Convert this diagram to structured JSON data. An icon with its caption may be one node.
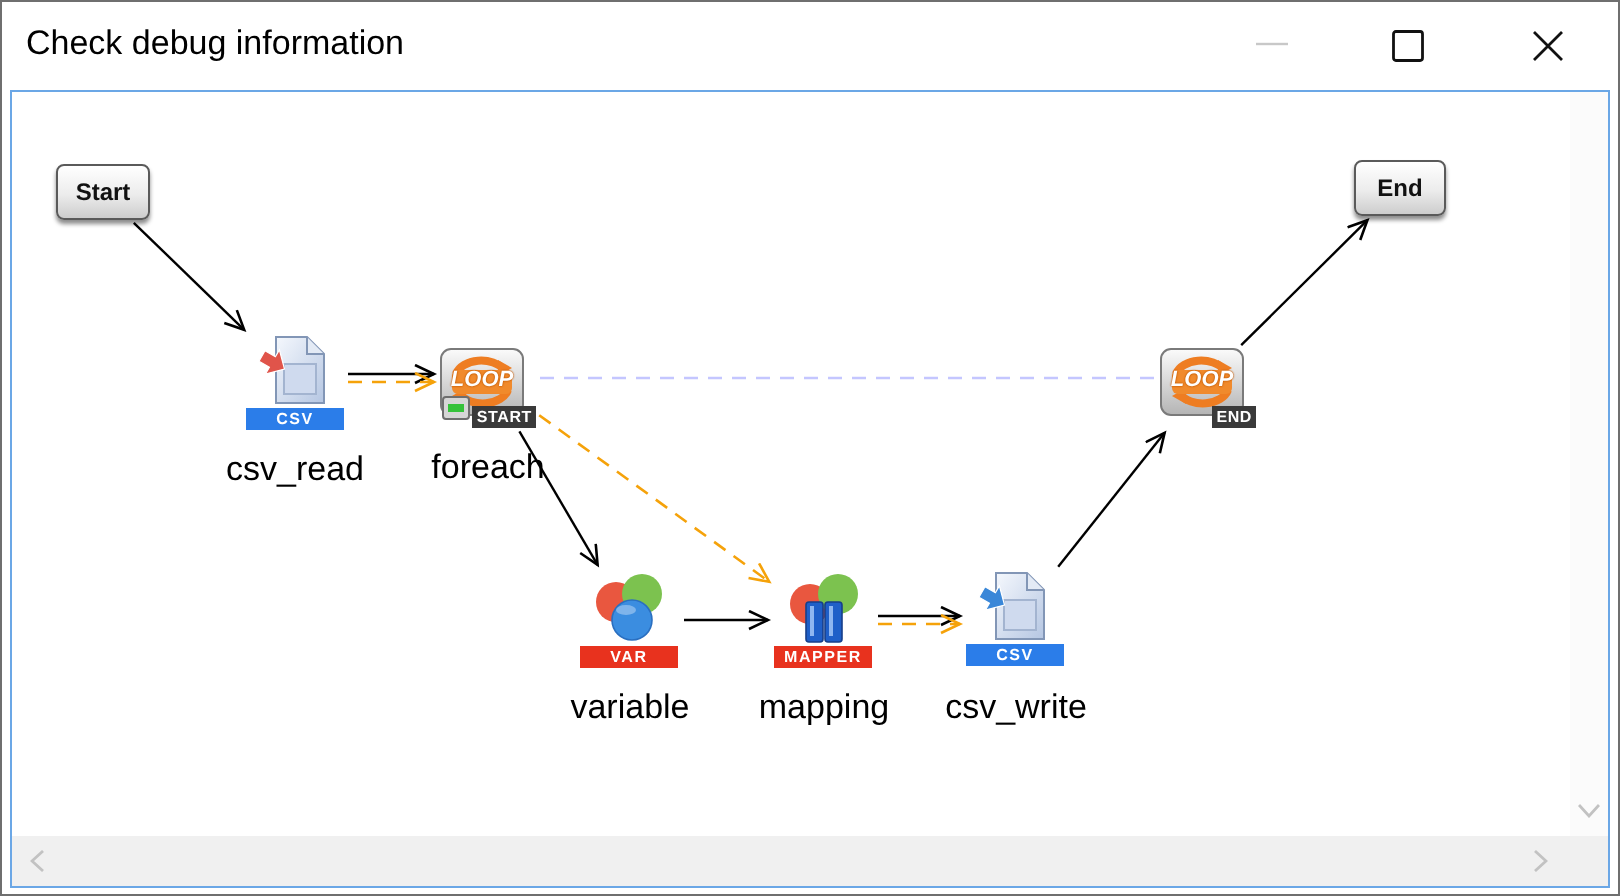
{
  "diagram": {
    "title": "Check debug information",
    "nodes": [
      {
        "text": [
          "Start"
        ]
      },
      {
        "text": [
          "CSV"
        ],
        "beside": [
          "csv_read"
        ]
      },
      {
        "text": [
          "LOOP",
          "START"
        ],
        "beside": [
          "foreach"
        ]
      },
      {
        "text": [
          "VAR"
        ],
        "beside": [
          "variable"
        ]
      },
      {
        "text": [
          "MAPPER"
        ],
        "beside": [
          "mapping"
        ]
      },
      {
        "text": [
          "CSV"
        ],
        "beside": [
          "csv_write"
        ]
      },
      {
        "text": [
          "LOOP",
          "END"
        ]
      },
      {
        "text": [
          "End"
        ]
      }
    ],
    "edges": [
      {
        "from": 0,
        "to": 1,
        "arrow": "to"
      },
      {
        "from": 1,
        "to": 2,
        "arrow": "to"
      },
      {
        "from": 1,
        "to": 2,
        "arrow": "to",
        "style": "dashed",
        "color": "#f5a20a"
      },
      {
        "from": 2,
        "to": 3,
        "arrow": "to"
      },
      {
        "from": 2,
        "to": 4,
        "arrow": "to",
        "style": "dashed",
        "color": "#f5a20a"
      },
      {
        "from": 2,
        "to": 6,
        "arrow": "none",
        "style": "dashed",
        "color": "#c4c6ff"
      },
      {
        "from": 3,
        "to": 4,
        "arrow": "to"
      },
      {
        "from": 4,
        "to": 5,
        "arrow": "to"
      },
      {
        "from": 4,
        "to": 5,
        "arrow": "to",
        "style": "dashed",
        "color": "#f5a20a"
      },
      {
        "from": 5,
        "to": 6,
        "arrow": "to"
      },
      {
        "from": 6,
        "to": 7,
        "arrow": "to"
      }
    ]
  }
}
